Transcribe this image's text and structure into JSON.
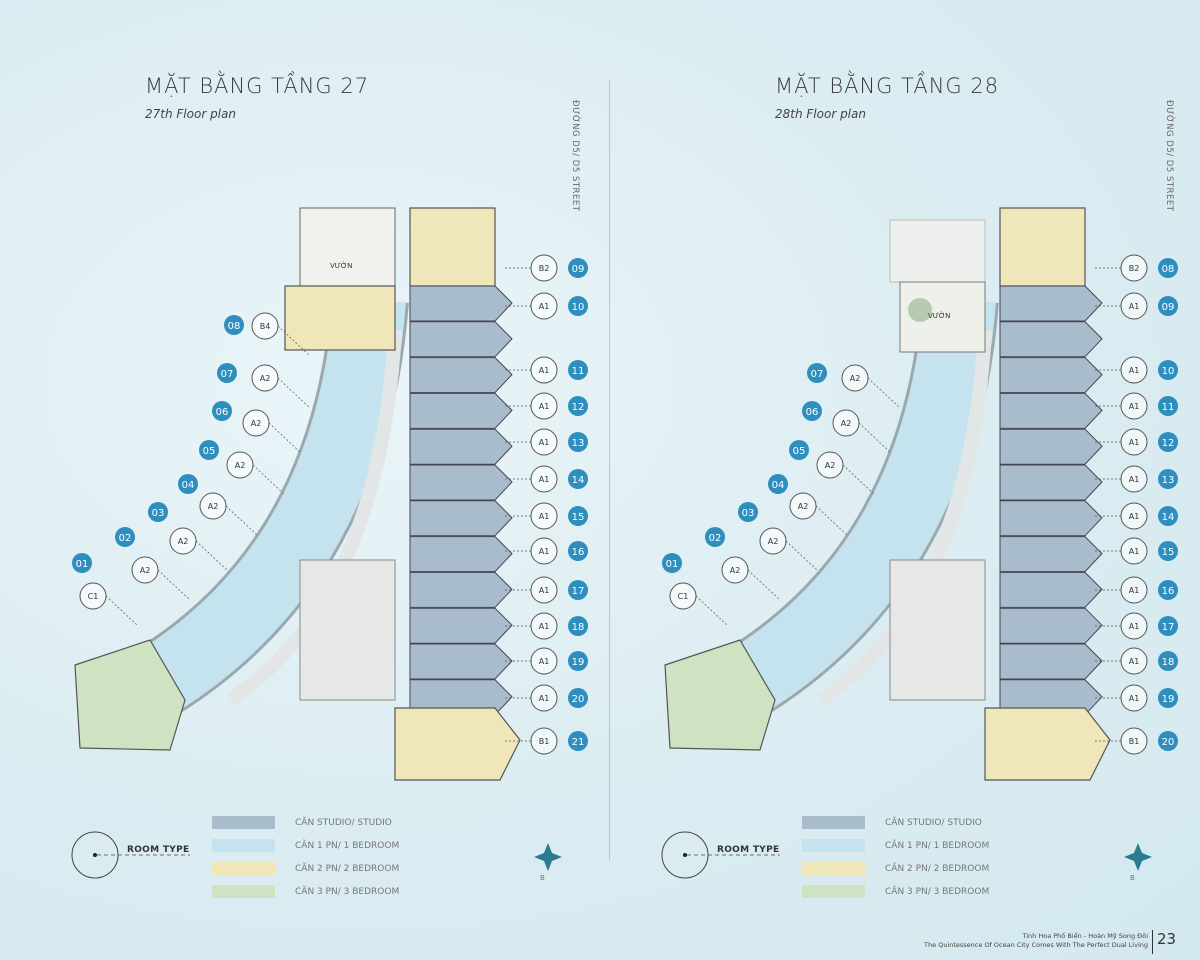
{
  "colors": {
    "studio": "#a9bccb",
    "one_bedroom": "#c5e3ef",
    "two_bedroom": "#efe6ba",
    "three_bedroom": "#cfe3c2",
    "unit_number": "#2e8fbf",
    "background": "#dcedf2"
  },
  "plans": [
    {
      "title": "MẶT BẰNG TẦNG 27",
      "subtitle": "27th Floor plan",
      "street": "ĐƯỜNG D5/ D5 STREET",
      "garden_label": "VƯỜN",
      "wing_units": [
        {
          "number": "01",
          "type": "C1"
        },
        {
          "number": "02",
          "type": "A2"
        },
        {
          "number": "03",
          "type": "A2"
        },
        {
          "number": "04",
          "type": "A2"
        },
        {
          "number": "05",
          "type": "A2"
        },
        {
          "number": "06",
          "type": "A2"
        },
        {
          "number": "07",
          "type": "A2"
        },
        {
          "number": "08",
          "type": "B4"
        }
      ],
      "tower_units": [
        {
          "number": "09",
          "type": "B2"
        },
        {
          "number": "10",
          "type": "A1"
        },
        {
          "number": "11",
          "type": "A1"
        },
        {
          "number": "12",
          "type": "A1"
        },
        {
          "number": "13",
          "type": "A1"
        },
        {
          "number": "14",
          "type": "A1"
        },
        {
          "number": "15",
          "type": "A1"
        },
        {
          "number": "16",
          "type": "A1"
        },
        {
          "number": "17",
          "type": "A1"
        },
        {
          "number": "18",
          "type": "A1"
        },
        {
          "number": "19",
          "type": "A1"
        },
        {
          "number": "20",
          "type": "A1"
        },
        {
          "number": "21",
          "type": "B1"
        }
      ]
    },
    {
      "title": "MẶT BẰNG TẦNG 28",
      "subtitle": "28th Floor plan",
      "street": "ĐƯỜNG D5/ D5 STREET",
      "garden_label": "VƯỜN",
      "wing_units": [
        {
          "number": "01",
          "type": "C1"
        },
        {
          "number": "02",
          "type": "A2"
        },
        {
          "number": "03",
          "type": "A2"
        },
        {
          "number": "04",
          "type": "A2"
        },
        {
          "number": "05",
          "type": "A2"
        },
        {
          "number": "06",
          "type": "A2"
        },
        {
          "number": "07",
          "type": "A2"
        }
      ],
      "tower_units": [
        {
          "number": "08",
          "type": "B2"
        },
        {
          "number": "09",
          "type": "A1"
        },
        {
          "number": "10",
          "type": "A1"
        },
        {
          "number": "11",
          "type": "A1"
        },
        {
          "number": "12",
          "type": "A1"
        },
        {
          "number": "13",
          "type": "A1"
        },
        {
          "number": "14",
          "type": "A1"
        },
        {
          "number": "15",
          "type": "A1"
        },
        {
          "number": "16",
          "type": "A1"
        },
        {
          "number": "17",
          "type": "A1"
        },
        {
          "number": "18",
          "type": "A1"
        },
        {
          "number": "19",
          "type": "A1"
        },
        {
          "number": "20",
          "type": "B1"
        }
      ]
    }
  ],
  "legend": {
    "room_type": "ROOM TYPE",
    "items": [
      "CĂN STUDIO/ STUDIO",
      "CĂN 1 PN/ 1 BEDROOM",
      "CĂN 2 PN/ 2 BEDROOM",
      "CĂN 3 PN/ 3 BEDROOM"
    ],
    "compass_letter": "B"
  },
  "footer": {
    "line1": "Tinh Hoa Phố Biển - Hoàn Mỹ Song Đôi",
    "line2": "The Quintessence Of Ocean City Comes With The Perfect Dual Living",
    "page": "23"
  }
}
